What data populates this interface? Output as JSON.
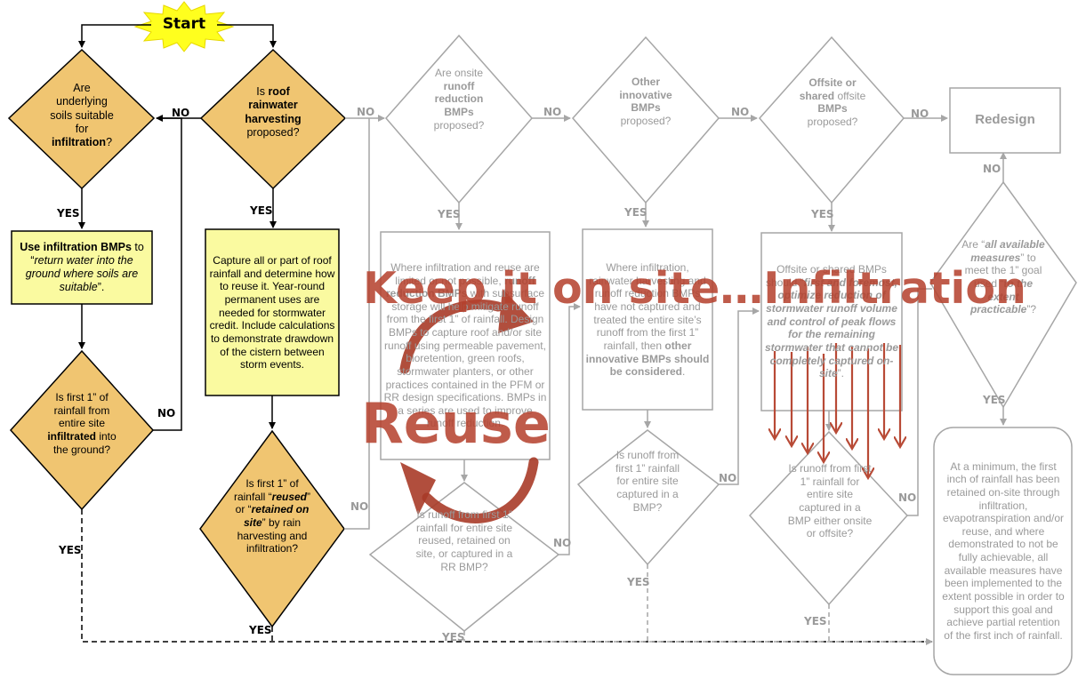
{
  "start": "Start",
  "decisions": {
    "soils": "Are underlying soils suitable for infiltration?",
    "roof": "Is roof rainwater harvesting proposed?",
    "runoff_reduction": "Are onsite runoff reduction BMPs proposed?",
    "other_innovative": "Other innovative BMPs proposed?",
    "offsite": "Offsite or shared offsite BMPs proposed?",
    "all_measures": "Are “all available measures” to meet the 1” goal used “to the extent practicable”?",
    "first_infiltrated": "Is first 1” of rainfall from entire site infiltrated into the ground?",
    "first_reused": "Is first 1” of rainfall “reused” or “retained on site” by rain harvesting and infiltration?",
    "rr_captured": "Is runoff from first 1” rainfall for entire site reused, retained on site, or captured in a RR BMP?",
    "bmp_captured": "Is runoff from first 1” rainfall for entire site captured in a BMP?",
    "offsite_captured": "Is runoff from first 1” rainfall for entire site captured in a BMP either onsite or offsite?"
  },
  "boxes": {
    "infiltration": "Use infiltration BMPs to “return water into the ground where soils are suitable”.",
    "capture": "Capture all or part of roof rainfall and determine how to reuse it. Year-round permanent uses are needed for stormwater credit.  Include calculations to demonstrate drawdown of the cistern between storm events.",
    "rr_bmps": "Where infiltration and reuse are limited or not possible, runoff reduction BMPs with subsurface storage will help mitigate runoff from the first 1” of rainfall. Design BMPs to capture roof and/or site runoff using permeable pavement, bioretention, green roofs, stormwater planters, or other practices contained in the PFM or RR design specifications. BMPs in a series are used to improve runoff reduction.",
    "innovative": "Where infiltration, rainwater harvesting and runoff reduction BMPs have not captured and treated the entire site’s runoff from the first 1” rainfall, then other innovative BMPs should be considered.",
    "offsite_shared": "Offsite or shared BMPs should “first and foremost, optimize reduction of stormwater runoff volume and control of peak flows for the remaining stormwater that cannot be completely captured on-site”.",
    "redesign": "Redesign",
    "final": "At a minimum, the first inch of rainfall has been retained on-site through infiltration, evapotranspiration and/or reuse, and where demonstrated to not be fully achievable, all available measures have been implemented to the extent possible in order to support this goal and achieve partial retention of the first inch of rainfall."
  },
  "labels": {
    "yes": "YES",
    "no": "NO"
  },
  "overlay": {
    "keep": "Keep it on site…Infiltration",
    "reuse": "Reuse"
  },
  "colors": {
    "decision_fill": "#f0c571",
    "box_fill": "#fafaa0",
    "faded_stroke": "#a6a6a6",
    "overlay_red": "#b5412d",
    "arrow_red": "#b84a36"
  }
}
